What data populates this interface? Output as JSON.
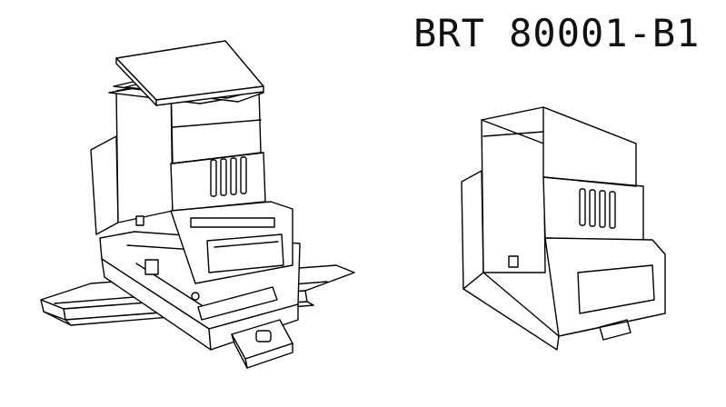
{
  "header": {
    "model_label": "BRT 80001-B1"
  },
  "style": {
    "line_color": "#000000",
    "background": "#ffffff"
  },
  "figures": [
    {
      "view": "exploded-on-rail"
    },
    {
      "view": "assembled"
    }
  ]
}
